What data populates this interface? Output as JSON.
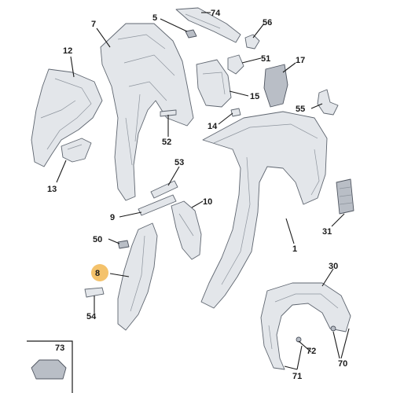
{
  "callouts": {
    "c1": "1",
    "c5": "5",
    "c7": "7",
    "c8": "8",
    "c9": "9",
    "c10": "10",
    "c12": "12",
    "c13": "13",
    "c14": "14",
    "c15": "15",
    "c17": "17",
    "c30": "30",
    "c31": "31",
    "c50": "50",
    "c51": "51",
    "c52": "52",
    "c53": "53",
    "c54": "54",
    "c55": "55",
    "c56": "56",
    "c70": "70",
    "c71": "71",
    "c72": "72",
    "c73": "73",
    "c74": "74"
  },
  "colors": {
    "highlight": "#f4c26b",
    "part_fill": "#e3e6ea",
    "outline": "#5f6670",
    "text": "#1a1a1a"
  }
}
